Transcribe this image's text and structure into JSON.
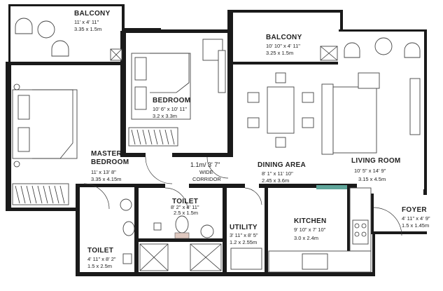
{
  "rooms": {
    "balcony_left": {
      "name": "BALCONY",
      "dim1": "11' x 4' 11\"",
      "dim2": "3.35 x 1.5m"
    },
    "balcony_right": {
      "name": "BALCONY",
      "dim1": "10' 10\" x 4' 11\"",
      "dim2": "3.25 x 1.5m"
    },
    "bedroom": {
      "name": "BEDROOM",
      "dim1": "10' 6\" x 10' 11\"",
      "dim2": "3.2 x 3.3m"
    },
    "master_bedroom": {
      "name1": "MASTER",
      "name2": "BEDROOM",
      "dim1": "11' x 13' 8\"",
      "dim2": "3.35 x 4.15m"
    },
    "corridor": {
      "name1": "1.1m/ 3' 7\"",
      "name2": "WIDE",
      "name3": "CORRIDOR"
    },
    "dining": {
      "name": "DINING AREA",
      "dim1": "8' 1\" x 11' 10\"",
      "dim2": "2.45 x 3.6m"
    },
    "living": {
      "name": "LIVING ROOM",
      "dim1": "10' 5\" x 14' 9\"",
      "dim2": "3.15 x 4.5m"
    },
    "toilet_mid": {
      "name": "TOILET",
      "dim1": "8' 2\" x 4' 11\"",
      "dim2": "2.5 x 1.5m"
    },
    "toilet_left": {
      "name": "TOILET",
      "dim1": "4' 11\" x 8' 2\"",
      "dim2": "1.5 x 2.5m"
    },
    "utility": {
      "name": "UTILITY",
      "dim1": "3' 11\" x 8' 5\"",
      "dim2": "1.2 x 2.55m"
    },
    "kitchen": {
      "name": "KITCHEN",
      "dim1": "9' 10\" x 7' 10\"",
      "dim2": "3.0 x 2.4m"
    },
    "foyer": {
      "name": "FOYER",
      "dim1": "4' 11\" x 4' 9\"",
      "dim2": "1.5 x 1.45m"
    }
  },
  "colors": {
    "wall": "#1a1a1a",
    "accent_teal": "#5fa59a",
    "fixture": "#e8e8e8"
  }
}
